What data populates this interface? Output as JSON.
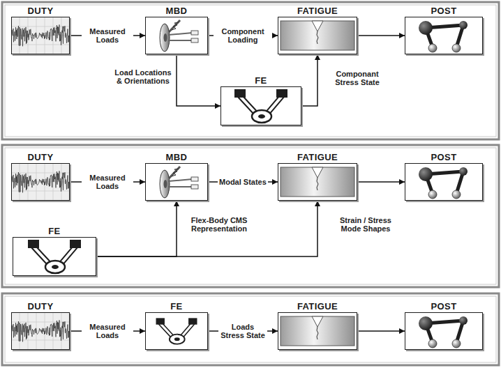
{
  "diagram": {
    "nodes": [
      {
        "text": [
          "DUTY"
        ]
      },
      {
        "text": [
          "MBD"
        ]
      },
      {
        "text": [
          "FATIGUE"
        ]
      },
      {
        "text": [
          "POST"
        ]
      },
      {
        "text": [
          "FE"
        ]
      },
      {
        "text": [
          "DUTY"
        ]
      },
      {
        "text": [
          "MBD"
        ]
      },
      {
        "text": [
          "FATIGUE"
        ]
      },
      {
        "text": [
          "POST"
        ]
      },
      {
        "text": [
          "FE"
        ]
      },
      {
        "text": [
          "DUTY"
        ]
      },
      {
        "text": [
          "FE"
        ]
      },
      {
        "text": [
          "FATIGUE"
        ]
      },
      {
        "text": [
          "POST"
        ]
      }
    ],
    "edges": [
      {
        "from": 0,
        "to": 1,
        "label": "Measured Loads",
        "arrow": "to"
      },
      {
        "from": 1,
        "to": 2,
        "label": "Component Loading",
        "arrow": "to"
      },
      {
        "from": 1,
        "to": 4,
        "label": "Load Locations & Orientations",
        "arrow": "to"
      },
      {
        "from": 4,
        "to": 2,
        "label": "Componant Stress State",
        "arrow": "to"
      },
      {
        "from": 2,
        "to": 3,
        "arrow": "to"
      },
      {
        "from": 5,
        "to": 6,
        "label": "Measured Loads",
        "arrow": "to"
      },
      {
        "from": 6,
        "to": 7,
        "label": "Modal States",
        "arrow": "to"
      },
      {
        "from": 9,
        "to": 6,
        "label": "Flex-Body CMS Representation",
        "arrow": "to"
      },
      {
        "from": 9,
        "to": 7,
        "label": "Strain / Stress Mode Shapes",
        "arrow": "to"
      },
      {
        "from": 7,
        "to": 8,
        "arrow": "to"
      },
      {
        "from": 10,
        "to": 11,
        "label": "Measured Loads",
        "arrow": "to"
      },
      {
        "from": 11,
        "to": 12,
        "label": "Loads Stress State",
        "arrow": "to"
      },
      {
        "from": 12,
        "to": 13,
        "arrow": "to"
      }
    ]
  }
}
